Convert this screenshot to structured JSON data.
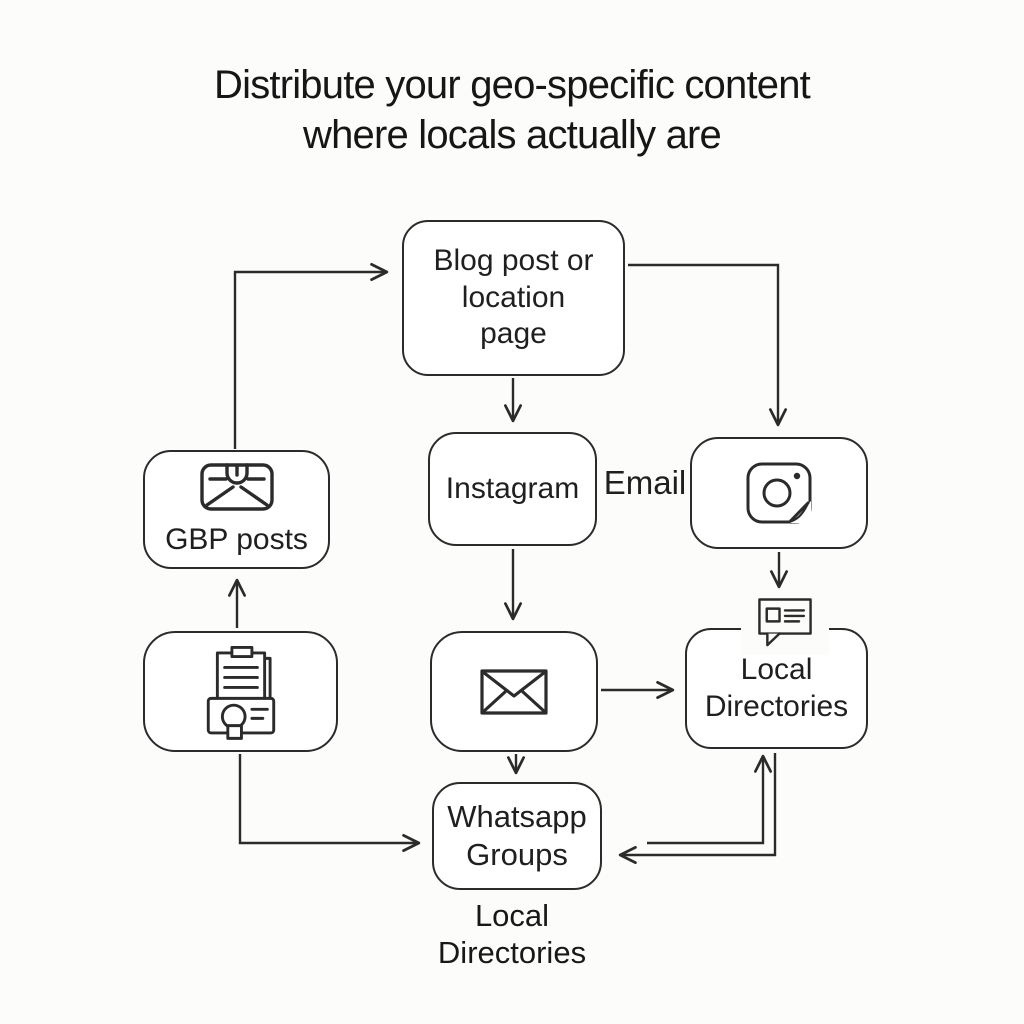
{
  "title": {
    "line1": "Distribute your geo-specific content",
    "line2": "where locals actually are"
  },
  "nodes": {
    "blog_post": {
      "label": "Blog post or location page"
    },
    "instagram": {
      "label": "Instagram"
    },
    "gbp_posts": {
      "label": "GBP posts"
    },
    "local_directories": {
      "line1": "Local",
      "line2": "Directories"
    },
    "whatsapp_groups": {
      "line1": "Whatsapp",
      "line2": "Groups"
    }
  },
  "labels": {
    "email": "Email",
    "caption_line1": "Local",
    "caption_line2": "Directories"
  },
  "icons": {
    "gbp_posts": "map-pin-envelope-icon",
    "document_archive": "document-archive-icon",
    "email_channel": "envelope-icon",
    "photo_channel": "instagram-camera-icon",
    "local_directories": "listing-bubble-icon"
  },
  "edges": [
    {
      "from": "gbp-posts",
      "to": "blog-post"
    },
    {
      "from": "blog-post",
      "to": "instagram"
    },
    {
      "from": "blog-post",
      "to": "photo-channel"
    },
    {
      "from": "instagram",
      "to": "email-channel"
    },
    {
      "from": "email-channel",
      "to": "local-directories"
    },
    {
      "from": "photo-channel",
      "to": "local-directories"
    },
    {
      "from": "email-channel",
      "to": "whatsapp-groups"
    },
    {
      "from": "document-archive",
      "to": "gbp-posts"
    },
    {
      "from": "document-archive",
      "to": "whatsapp-groups"
    },
    {
      "from": "whatsapp-groups",
      "to": "local-directories"
    },
    {
      "from": "local-directories",
      "to": "whatsapp-groups"
    }
  ],
  "colors": {
    "stroke": "#2b2b2b",
    "text": "#1c1c1c",
    "background": "#fcfcfb",
    "box_fill": "#ffffff"
  }
}
